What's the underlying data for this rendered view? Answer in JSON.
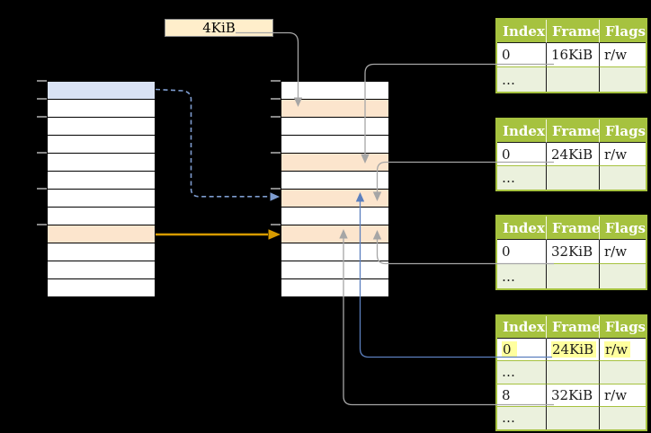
{
  "label_4kib": "4KiB",
  "colors": {
    "background": "#000000",
    "header_green": "#a6c23f",
    "row_light_green": "#ebf1dd",
    "cell_white": "#ffffff",
    "highlight_yellow": "#ffff9e",
    "peach": "#fce5cd",
    "light_blue": "#d9e2f4",
    "gold_arrow": "#d79b00",
    "blue_arrow": "#5b7fbe",
    "dashed_blue_arrow": "#7e9ccf",
    "gray_arrow": "#a6a6a6"
  },
  "left_table": {
    "row_count": 12,
    "highlighted_rows": [
      {
        "index": 0,
        "color": "light_blue"
      },
      {
        "index": 8,
        "color": "peach"
      }
    ],
    "tick_rows": [
      0,
      1,
      2,
      4,
      6,
      8
    ]
  },
  "middle_table": {
    "row_count": 12,
    "highlighted_rows": [
      {
        "index": 1,
        "color": "peach"
      },
      {
        "index": 4,
        "color": "peach"
      },
      {
        "index": 6,
        "color": "peach"
      },
      {
        "index": 8,
        "color": "peach"
      }
    ],
    "tick_rows": [
      0,
      1,
      2,
      4,
      6,
      8
    ]
  },
  "frame_tables": [
    {
      "name": "frame-table-16kib",
      "header": [
        "Index",
        "Frame",
        "Flags"
      ],
      "rows": [
        {
          "cells": [
            "0",
            "16KiB",
            "r/w"
          ],
          "shade": "white",
          "highlight": false
        },
        {
          "cells": [
            "…",
            "",
            ""
          ],
          "shade": "green",
          "highlight": false
        }
      ]
    },
    {
      "name": "frame-table-24kib",
      "header": [
        "Index",
        "Frame",
        "Flags"
      ],
      "rows": [
        {
          "cells": [
            "0",
            "24KiB",
            "r/w"
          ],
          "shade": "white",
          "highlight": false
        },
        {
          "cells": [
            "…",
            "",
            ""
          ],
          "shade": "green",
          "highlight": false
        }
      ]
    },
    {
      "name": "frame-table-32kib",
      "header": [
        "Index",
        "Frame",
        "Flags"
      ],
      "rows": [
        {
          "cells": [
            "0",
            "32KiB",
            "r/w"
          ],
          "shade": "white",
          "highlight": false
        },
        {
          "cells": [
            "…",
            "",
            ""
          ],
          "shade": "green",
          "highlight": false
        }
      ]
    },
    {
      "name": "frame-table-bottom",
      "header": [
        "Index",
        "Frame",
        "Flags"
      ],
      "rows": [
        {
          "cells": [
            "0",
            "24KiB",
            "r/w"
          ],
          "shade": "white",
          "highlight": true
        },
        {
          "cells": [
            "…",
            "",
            ""
          ],
          "shade": "green",
          "highlight": false
        },
        {
          "cells": [
            "8",
            "32KiB",
            "r/w"
          ],
          "shade": "white",
          "highlight": false
        },
        {
          "cells": [
            "…",
            "",
            ""
          ],
          "shade": "green",
          "highlight": false
        }
      ]
    }
  ]
}
